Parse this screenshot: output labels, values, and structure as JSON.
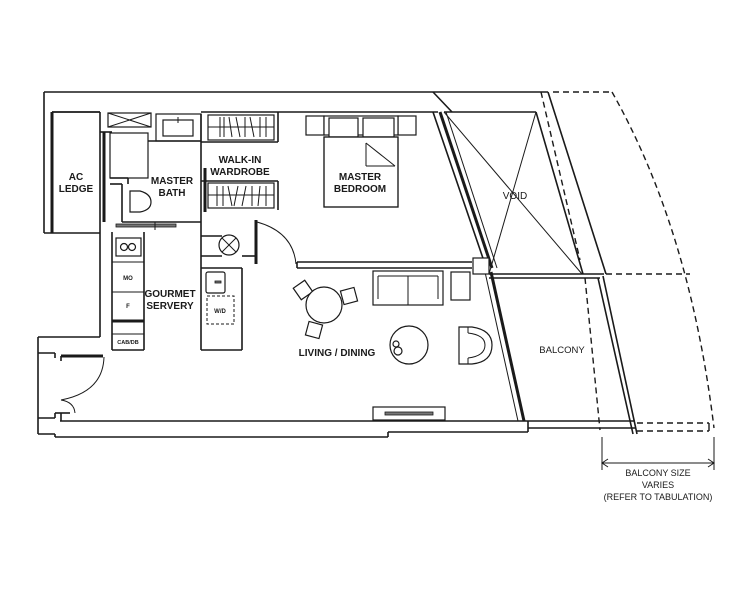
{
  "plan": {
    "rooms": [
      {
        "id": "ac-ledge",
        "lines": [
          "AC",
          "LEDGE"
        ]
      },
      {
        "id": "master-bath",
        "lines": [
          "MASTER",
          "BATH"
        ]
      },
      {
        "id": "walk-in-wardrobe",
        "lines": [
          "WALK-IN",
          "WARDROBE"
        ]
      },
      {
        "id": "master-bedroom",
        "lines": [
          "MASTER",
          "BEDROOM"
        ]
      },
      {
        "id": "void",
        "lines": [
          "VOID"
        ]
      },
      {
        "id": "gourmet-servery",
        "lines": [
          "GOURMET",
          "SERVERY"
        ]
      },
      {
        "id": "living-dining",
        "lines": [
          "LIVING / DINING"
        ]
      },
      {
        "id": "balcony",
        "lines": [
          "BALCONY"
        ]
      }
    ],
    "appliances": {
      "microwave": "MO",
      "fridge": "F",
      "cabinet": "CAB/DB",
      "washer_dryer": "W/D"
    },
    "dimension_note": {
      "lines": [
        "BALCONY SIZE",
        "VARIES",
        "(REFER TO TABULATION)"
      ]
    },
    "colors": {
      "line": "#1a1a1a",
      "background": "#ffffff",
      "fill_grey": "#777777"
    }
  }
}
